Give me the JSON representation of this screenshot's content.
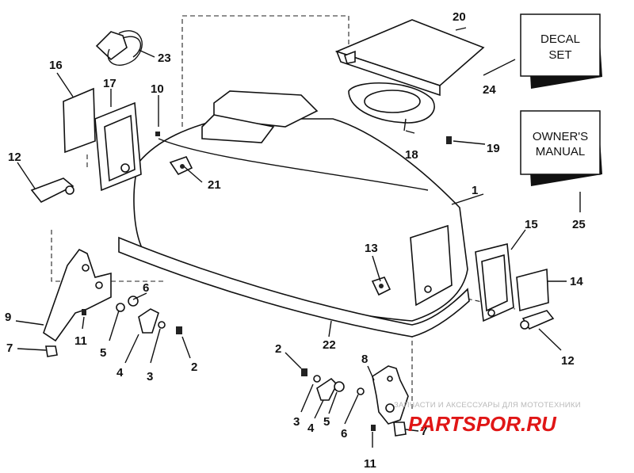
{
  "callouts": {
    "c1": "1",
    "c2a": "2",
    "c2b": "2",
    "c3a": "3",
    "c3b": "3",
    "c4a": "4",
    "c4b": "4",
    "c5a": "5",
    "c5b": "5",
    "c6a": "6",
    "c6b": "6",
    "c7a": "7",
    "c7b": "7",
    "c8": "8",
    "c9": "9",
    "c10": "10",
    "c11a": "11",
    "c11b": "11",
    "c12a": "12",
    "c12b": "12",
    "c13": "13",
    "c14": "14",
    "c15": "15",
    "c16": "16",
    "c17": "17",
    "c18": "18",
    "c19": "19",
    "c20": "20",
    "c21": "21",
    "c22": "22",
    "c23": "23",
    "c24": "24",
    "c25": "25"
  },
  "boxes": {
    "decal_line1": "DECAL",
    "decal_line2": "SET",
    "manual_line1": "OWNER'S",
    "manual_line2": "MANUAL"
  },
  "watermark": {
    "tagline": "ЗАПЧАСТИ И АКСЕССУАРЫ ДЛЯ МОТОТЕХНИКИ",
    "brand": "PARTSPOR.RU",
    "brand_color": "#e01616"
  }
}
